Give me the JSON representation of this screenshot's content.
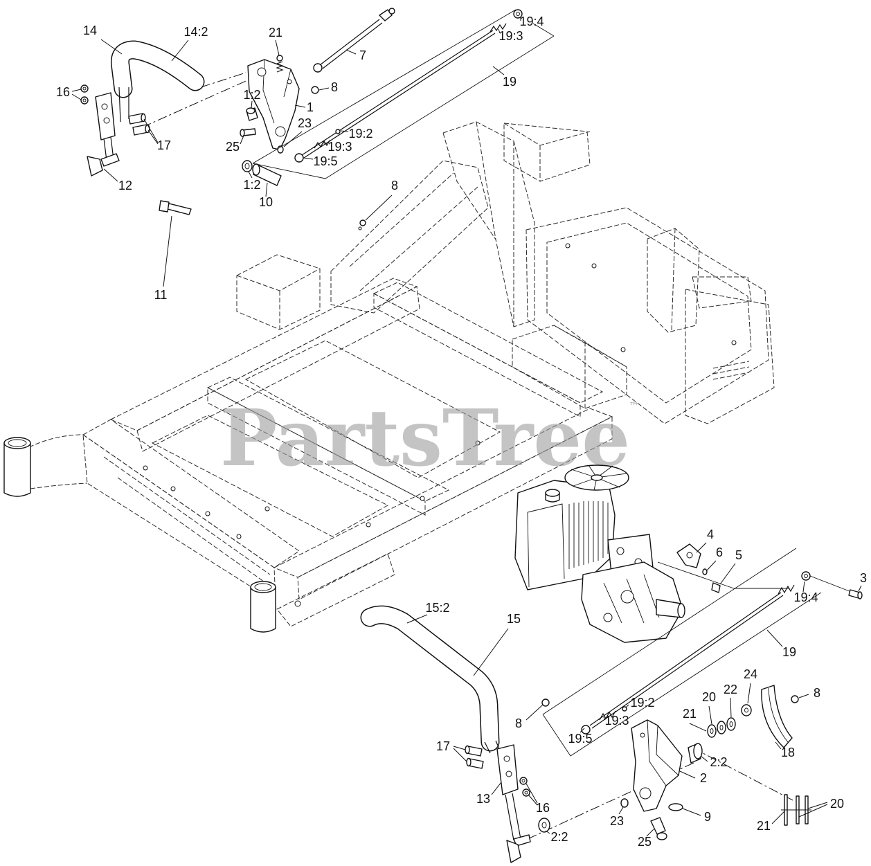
{
  "diagram": {
    "watermark": "PartsTree",
    "trademark": "™",
    "callouts": [
      "14",
      "14:2",
      "16",
      "17",
      "12",
      "21",
      "1:2",
      "1",
      "23",
      "25",
      "1:2",
      "10",
      "8",
      "7",
      "19:4",
      "19:3",
      "19",
      "19:2",
      "19:3",
      "19:5",
      "8",
      "11",
      "4",
      "6",
      "5",
      "3",
      "19:4",
      "19",
      "15:2",
      "15",
      "24",
      "8",
      "20",
      "22",
      "21",
      "19:2",
      "8",
      "19:3",
      "19:5",
      "18",
      "2:2",
      "2",
      "17",
      "13",
      "16",
      "9",
      "23",
      "2:2",
      "25",
      "21",
      "20"
    ]
  }
}
